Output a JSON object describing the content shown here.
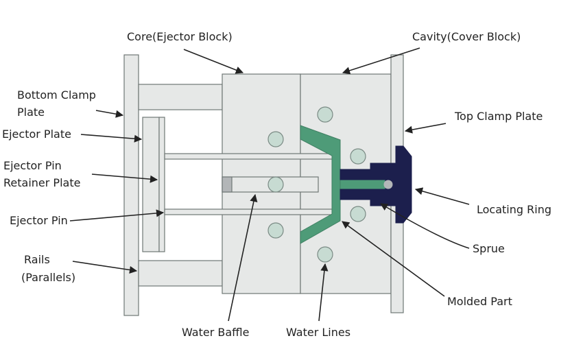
{
  "labels": {
    "core": "Core(Ejector Block)",
    "cavity": "Cavity(Cover Block)",
    "bottom_clamp_line1": "Bottom Clamp",
    "bottom_clamp_line2": "Plate",
    "ejector_plate": "Ejector Plate",
    "retainer_line1": "Ejector Pin",
    "retainer_line2": "Retainer Plate",
    "ejector_pin": "Ejector Pin",
    "rails_line1": "Rails",
    "rails_line2": "(Parallels)",
    "top_clamp": "Top Clamp Plate",
    "locating_ring": "Locating Ring",
    "sprue": "Sprue",
    "molded_part": "Molded Part",
    "water_baffle": "Water Baffle",
    "water_lines": "Water Lines"
  },
  "colors": {
    "plate_fill": "#e6e8e7",
    "plate_stroke": "#6f7775",
    "water_fill": "#c7dbd2",
    "water_stroke": "#7a8a84",
    "molded_part": "#4e9b78",
    "sprue_bushing": "#1c1f4d",
    "arrow": "#222222"
  }
}
